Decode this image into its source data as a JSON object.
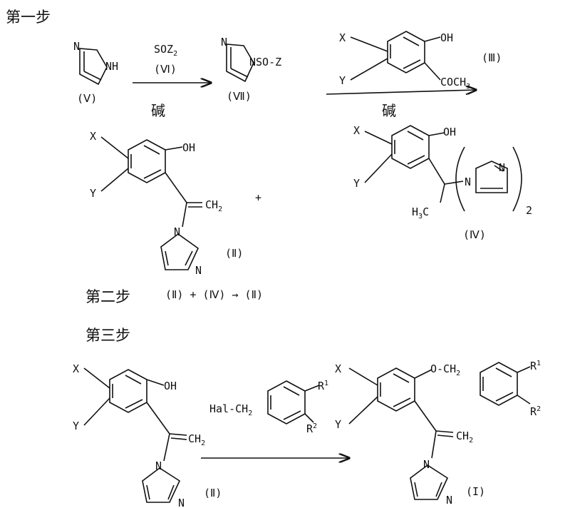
{
  "steps": {
    "step1": "第一步",
    "step2": "第二步",
    "step3": "第三步"
  },
  "step1": {
    "compound_V": "(Ⅴ)",
    "reagent_VI": "SOZ",
    "reagent_VI_sub": "2",
    "reagent_VI_label": "(Ⅵ)",
    "base_1": "碱",
    "compound_VII": "(Ⅶ)",
    "VII_substituent": "NSO-Z",
    "reagent_III_label": "(Ⅲ)",
    "III_acetyl": "COCH",
    "III_acetyl_sub": "3",
    "base_2": "碱",
    "plus": "+",
    "compound_II_label": "(Ⅱ)",
    "compound_IV_label": "(Ⅳ)",
    "IV_methyl": "H",
    "IV_methyl_sub": "3",
    "IV_methyl_c": "C",
    "IV_subscript": "2"
  },
  "step2": {
    "equation": "(Ⅱ) + (Ⅳ) → (Ⅱ)"
  },
  "step3": {
    "reagent": "Hal-CH",
    "reagent_sub": "2",
    "compound_II_label": "(Ⅱ)",
    "compound_I_label": "(I)",
    "ether": "O-CH",
    "ether_sub": "2"
  },
  "atoms": {
    "N": "N",
    "NH": "NH",
    "OH": "OH",
    "X": "X",
    "Y": "Y",
    "CH2": "CH",
    "CH2_sub": "2",
    "R1": "R",
    "R1_sup": "1",
    "R2": "R",
    "R2_sup": "2"
  }
}
